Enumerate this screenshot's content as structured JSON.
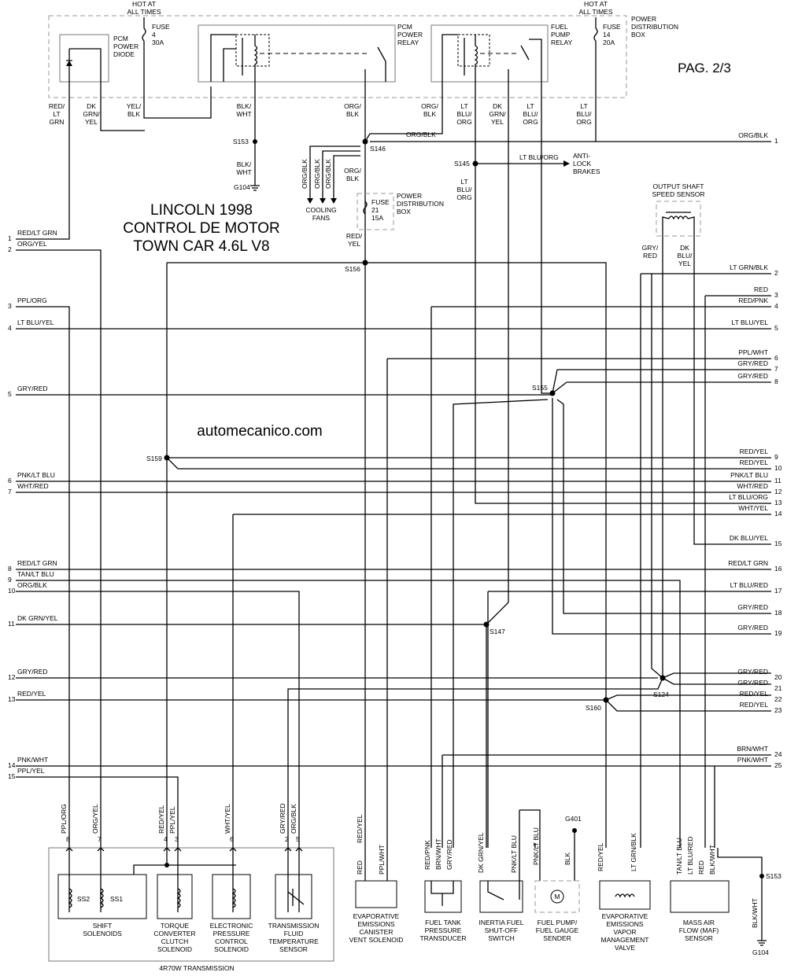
{
  "title": {
    "line1": "LINCOLN 1998",
    "line2": "CONTROL DE MOTOR",
    "line3": "TOWN CAR 4.6L V8"
  },
  "page": "PAG. 2/3",
  "website": "automecanico.com",
  "top": {
    "hot1": [
      "HOT AT",
      "ALL TIMES"
    ],
    "hot2": [
      "HOT AT",
      "ALL TIMES"
    ],
    "pdb": [
      "POWER",
      "DISTRIBUTION",
      "BOX"
    ],
    "pcm_diode": [
      "PCM",
      "POWER",
      "DIODE"
    ],
    "fuse4": [
      "FUSE",
      "4",
      "30A"
    ],
    "pcm_relay": [
      "PCM",
      "POWER",
      "RELAY"
    ],
    "fuel_relay": [
      "FUEL",
      "PUMP",
      "RELAY"
    ],
    "fuse14": [
      "FUSE",
      "14",
      "20A"
    ],
    "w_red": [
      "RED/",
      "LT",
      "GRN"
    ],
    "w_dkgrn": [
      "DK",
      "GRN/",
      "YEL"
    ],
    "w_yel": [
      "YEL/",
      "BLK"
    ],
    "w_blkwht": [
      "BLK/",
      "WHT"
    ],
    "w_org1": [
      "ORG/",
      "BLK"
    ],
    "w_org2": [
      "ORG/",
      "BLK"
    ],
    "w_ltblu1": [
      "LT",
      "BLU/",
      "ORG"
    ],
    "w_dkgrn2": [
      "DK",
      "GRN/",
      "YEL"
    ],
    "w_ltblu2": [
      "LT",
      "BLU/",
      "ORG"
    ],
    "w_ltblu3": [
      "LT",
      "BLU/",
      "ORG"
    ]
  },
  "mid": {
    "s153": "S153",
    "blkwht2": [
      "BLK/",
      "WHT"
    ],
    "g104": "G104",
    "s146": "S146",
    "orgblk_right": "ORG/BLK",
    "fans_wires": [
      "ORG/BLK",
      "ORG/BLK",
      "ORG/BLK"
    ],
    "orgblk_v": [
      "ORG/",
      "BLK"
    ],
    "fans": [
      "COOLING",
      "FANS"
    ],
    "fuse21": [
      "FUSE",
      "21",
      "15A"
    ],
    "pdb2": [
      "POWER",
      "DISTRIBUTION",
      "BOX"
    ],
    "redyel": [
      "RED/",
      "YEL"
    ],
    "s145": "S145",
    "ltbluorg": "LT BLU/ORG",
    "abs": [
      "ANTI-",
      "LOCK",
      "BRAKES"
    ],
    "ltbluorg_v": [
      "LT",
      "BLU/",
      "ORG"
    ],
    "oss": [
      "OUTPUT SHAFT",
      "SPEED SENSOR"
    ],
    "gryred_v": [
      "GRY/",
      "RED"
    ],
    "dkbluyel_v": [
      "DK",
      "BLU/",
      "YEL"
    ],
    "s156": "S156",
    "s155": "S155",
    "s159": "S159",
    "s147": "S147",
    "s124": "S124",
    "s160": "S160"
  },
  "left_labels": [
    {
      "n": "1",
      "t": "RED/LT GRN"
    },
    {
      "n": "2",
      "t": "ORG/YEL"
    },
    {
      "n": "3",
      "t": "PPL/ORG"
    },
    {
      "n": "4",
      "t": "LT BLU/YEL"
    },
    {
      "n": "5",
      "t": "GRY/RED"
    },
    {
      "n": "6",
      "t": "PNK/LT BLU"
    },
    {
      "n": "7",
      "t": "WHT/RED"
    },
    {
      "n": "8",
      "t": "RED/LT GRN"
    },
    {
      "n": "9",
      "t": "TAN/LT BLU"
    },
    {
      "n": "10",
      "t": "ORG/BLK"
    },
    {
      "n": "11",
      "t": "DK GRN/YEL"
    },
    {
      "n": "12",
      "t": "GRY/RED"
    },
    {
      "n": "13",
      "t": "RED/YEL"
    },
    {
      "n": "14",
      "t": "PNK/WHT"
    },
    {
      "n": "15",
      "t": "PPL/YEL"
    }
  ],
  "right_labels": [
    {
      "n": "1",
      "t": "ORG/BLK"
    },
    {
      "n": "2",
      "t": "LT GRN/BLK"
    },
    {
      "n": "3",
      "t": "RED"
    },
    {
      "n": "4",
      "t": "RED/PNK"
    },
    {
      "n": "5",
      "t": "LT BLU/YEL"
    },
    {
      "n": "6",
      "t": "PPL/WHT"
    },
    {
      "n": "7",
      "t": "GRY/RED"
    },
    {
      "n": "8",
      "t": "GRY/RED"
    },
    {
      "n": "9",
      "t": "RED/YEL"
    },
    {
      "n": "10",
      "t": "RED/YEL"
    },
    {
      "n": "11",
      "t": "PNK/LT BLU"
    },
    {
      "n": "12",
      "t": "WHT/RED"
    },
    {
      "n": "13",
      "t": "LT BLU/ORG"
    },
    {
      "n": "14",
      "t": "WHT/YEL"
    },
    {
      "n": "15",
      "t": "DK BLU/YEL"
    },
    {
      "n": "16",
      "t": "RED/LT GRN"
    },
    {
      "n": "17",
      "t": "LT BLU/RED"
    },
    {
      "n": "18",
      "t": "GRY/RED"
    },
    {
      "n": "19",
      "t": "GRY/RED"
    },
    {
      "n": "20",
      "t": "GRY/RED"
    },
    {
      "n": "21",
      "t": "GRY/RED"
    },
    {
      "n": "22",
      "t": "RED/YEL"
    },
    {
      "n": "23",
      "t": "RED/YEL"
    },
    {
      "n": "24",
      "t": "BRN/WHT"
    },
    {
      "n": "25",
      "t": "PNK/WHT"
    }
  ],
  "bottom": {
    "pin_wires": [
      "PPL/ORG",
      "ORG/YEL",
      "RED/YEL",
      "PPL/YEL",
      "WHT/YEL",
      "GRY/RED",
      "ORG/BLK"
    ],
    "pin_nums": [
      "8",
      "7",
      "4",
      "3",
      "6",
      "2",
      "5"
    ],
    "ss2": "SS2",
    "ss1": "SS1",
    "shift": [
      "SHIFT",
      "SOLENOIDS"
    ],
    "tcc": [
      "TORQUE",
      "CONVERTER",
      "CLUTCH",
      "SOLENOID"
    ],
    "epc": [
      "ELECTRONIC",
      "PRESSURE",
      "CONTROL",
      "SOLENOID"
    ],
    "tft": [
      "TRANSMISSION",
      "FLUID",
      "TEMPERATURE",
      "SENSOR"
    ],
    "trans": "4R70W TRANSMISSION",
    "canister_wires": [
      "RED/YEL",
      "RED",
      "PPL/WHT"
    ],
    "canister": [
      "EVAPORATIVE",
      "EMISSIONS",
      "CANISTER",
      "VENT SOLENOID"
    ],
    "ftp_wires": [
      "RED/PNK",
      "BRN/WHT",
      "GRY/RED"
    ],
    "ftp": [
      "FUEL TANK",
      "PRESSURE",
      "TRANSDUCER"
    ],
    "iner_wires": [
      "DK GRN/YEL",
      "PNK/LT BLU"
    ],
    "inertia": [
      "INERTIA FUEL",
      "SHUT-OFF",
      "SWITCH"
    ],
    "pump_wires": [
      "PNK/LT BLU",
      "BLK"
    ],
    "g401": "G401",
    "motor": "M",
    "pump": [
      "FUEL PUMP/",
      "FUEL GAUGE",
      "SENDER"
    ],
    "vmv_wires": [
      "RED/YEL",
      "LT GRN/BLK"
    ],
    "vmv": [
      "EVAPORATIVE",
      "EMISSIONS",
      "VAPOR",
      "MANAGEMENT",
      "VALVE"
    ],
    "maf_wires": [
      "TAN/LT BLU",
      "LT BLU/RED",
      "RED",
      "BLK/WHT"
    ],
    "maf": [
      "MASS AIR",
      "FLOW (MAF)",
      "SENSOR"
    ],
    "s153b": "S153",
    "blkwht3": "BLK/WHT",
    "g104b": "G104"
  }
}
